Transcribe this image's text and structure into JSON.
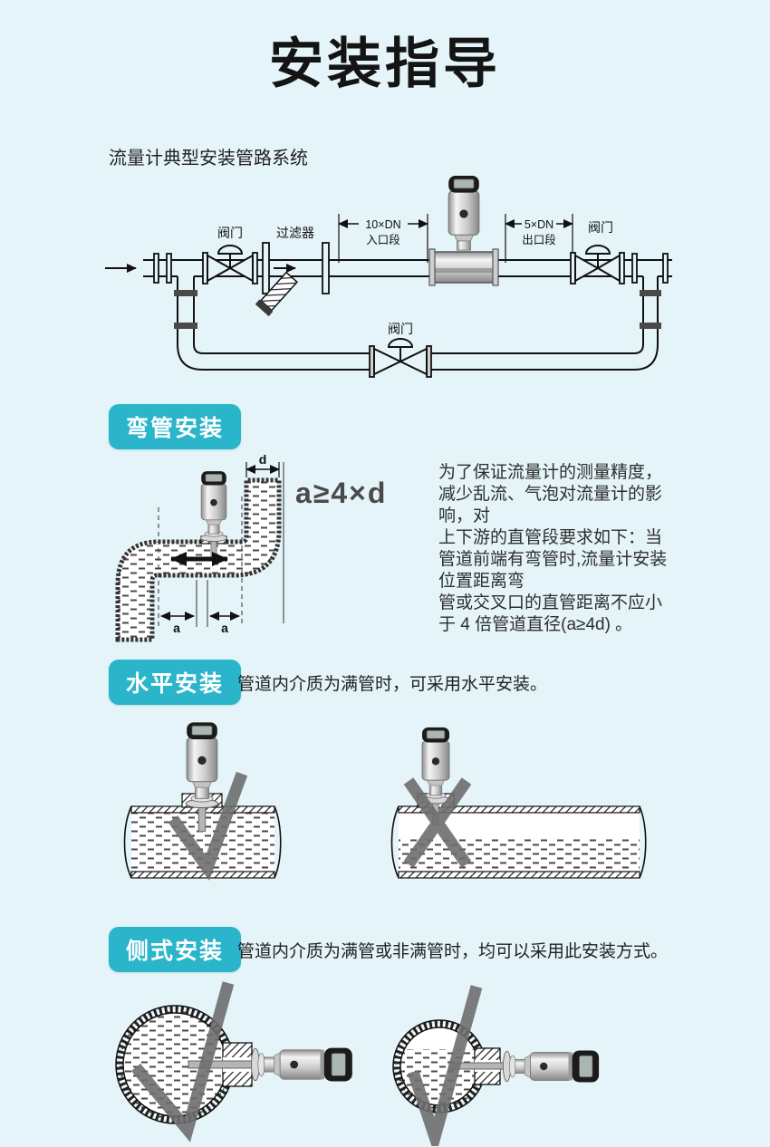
{
  "page": {
    "title": "安装指导",
    "subtitle": "流量计典型安装管路系统"
  },
  "colors": {
    "background": "#e4f4f8",
    "accent": "#2ab5cb",
    "mark_gray": "#6e6e6e"
  },
  "piping": {
    "valve_left": "阀门",
    "filter": "过滤器",
    "inlet1": "10×DN",
    "inlet2": "入口段",
    "outlet1": "5×DN",
    "outlet2": "出口段",
    "valve_right": "阀门",
    "valve_bypass": "阀门"
  },
  "elbow": {
    "heading": "弯管安装",
    "formula": "a≥4×d",
    "dim_a_left": "a",
    "dim_a_right": "a",
    "dim_d": "d",
    "description": "为了保证流量计的测量精度，\n减少乱流、气泡对流量计的影\n响，对\n上下游的直管段要求如下：当\n管道前端有弯管时,流量计安装\n位置距离弯\n管或交叉口的直管距离不应小\n于 4 倍管道直径(a≥4d) 。"
  },
  "horizontal": {
    "heading": "水平安装",
    "description": "管道内介质为满管时，可采用水平安装。"
  },
  "side": {
    "heading": "侧式安装",
    "description": "管道内介质为满管或非满管时，均可以采用此安装方式。"
  }
}
